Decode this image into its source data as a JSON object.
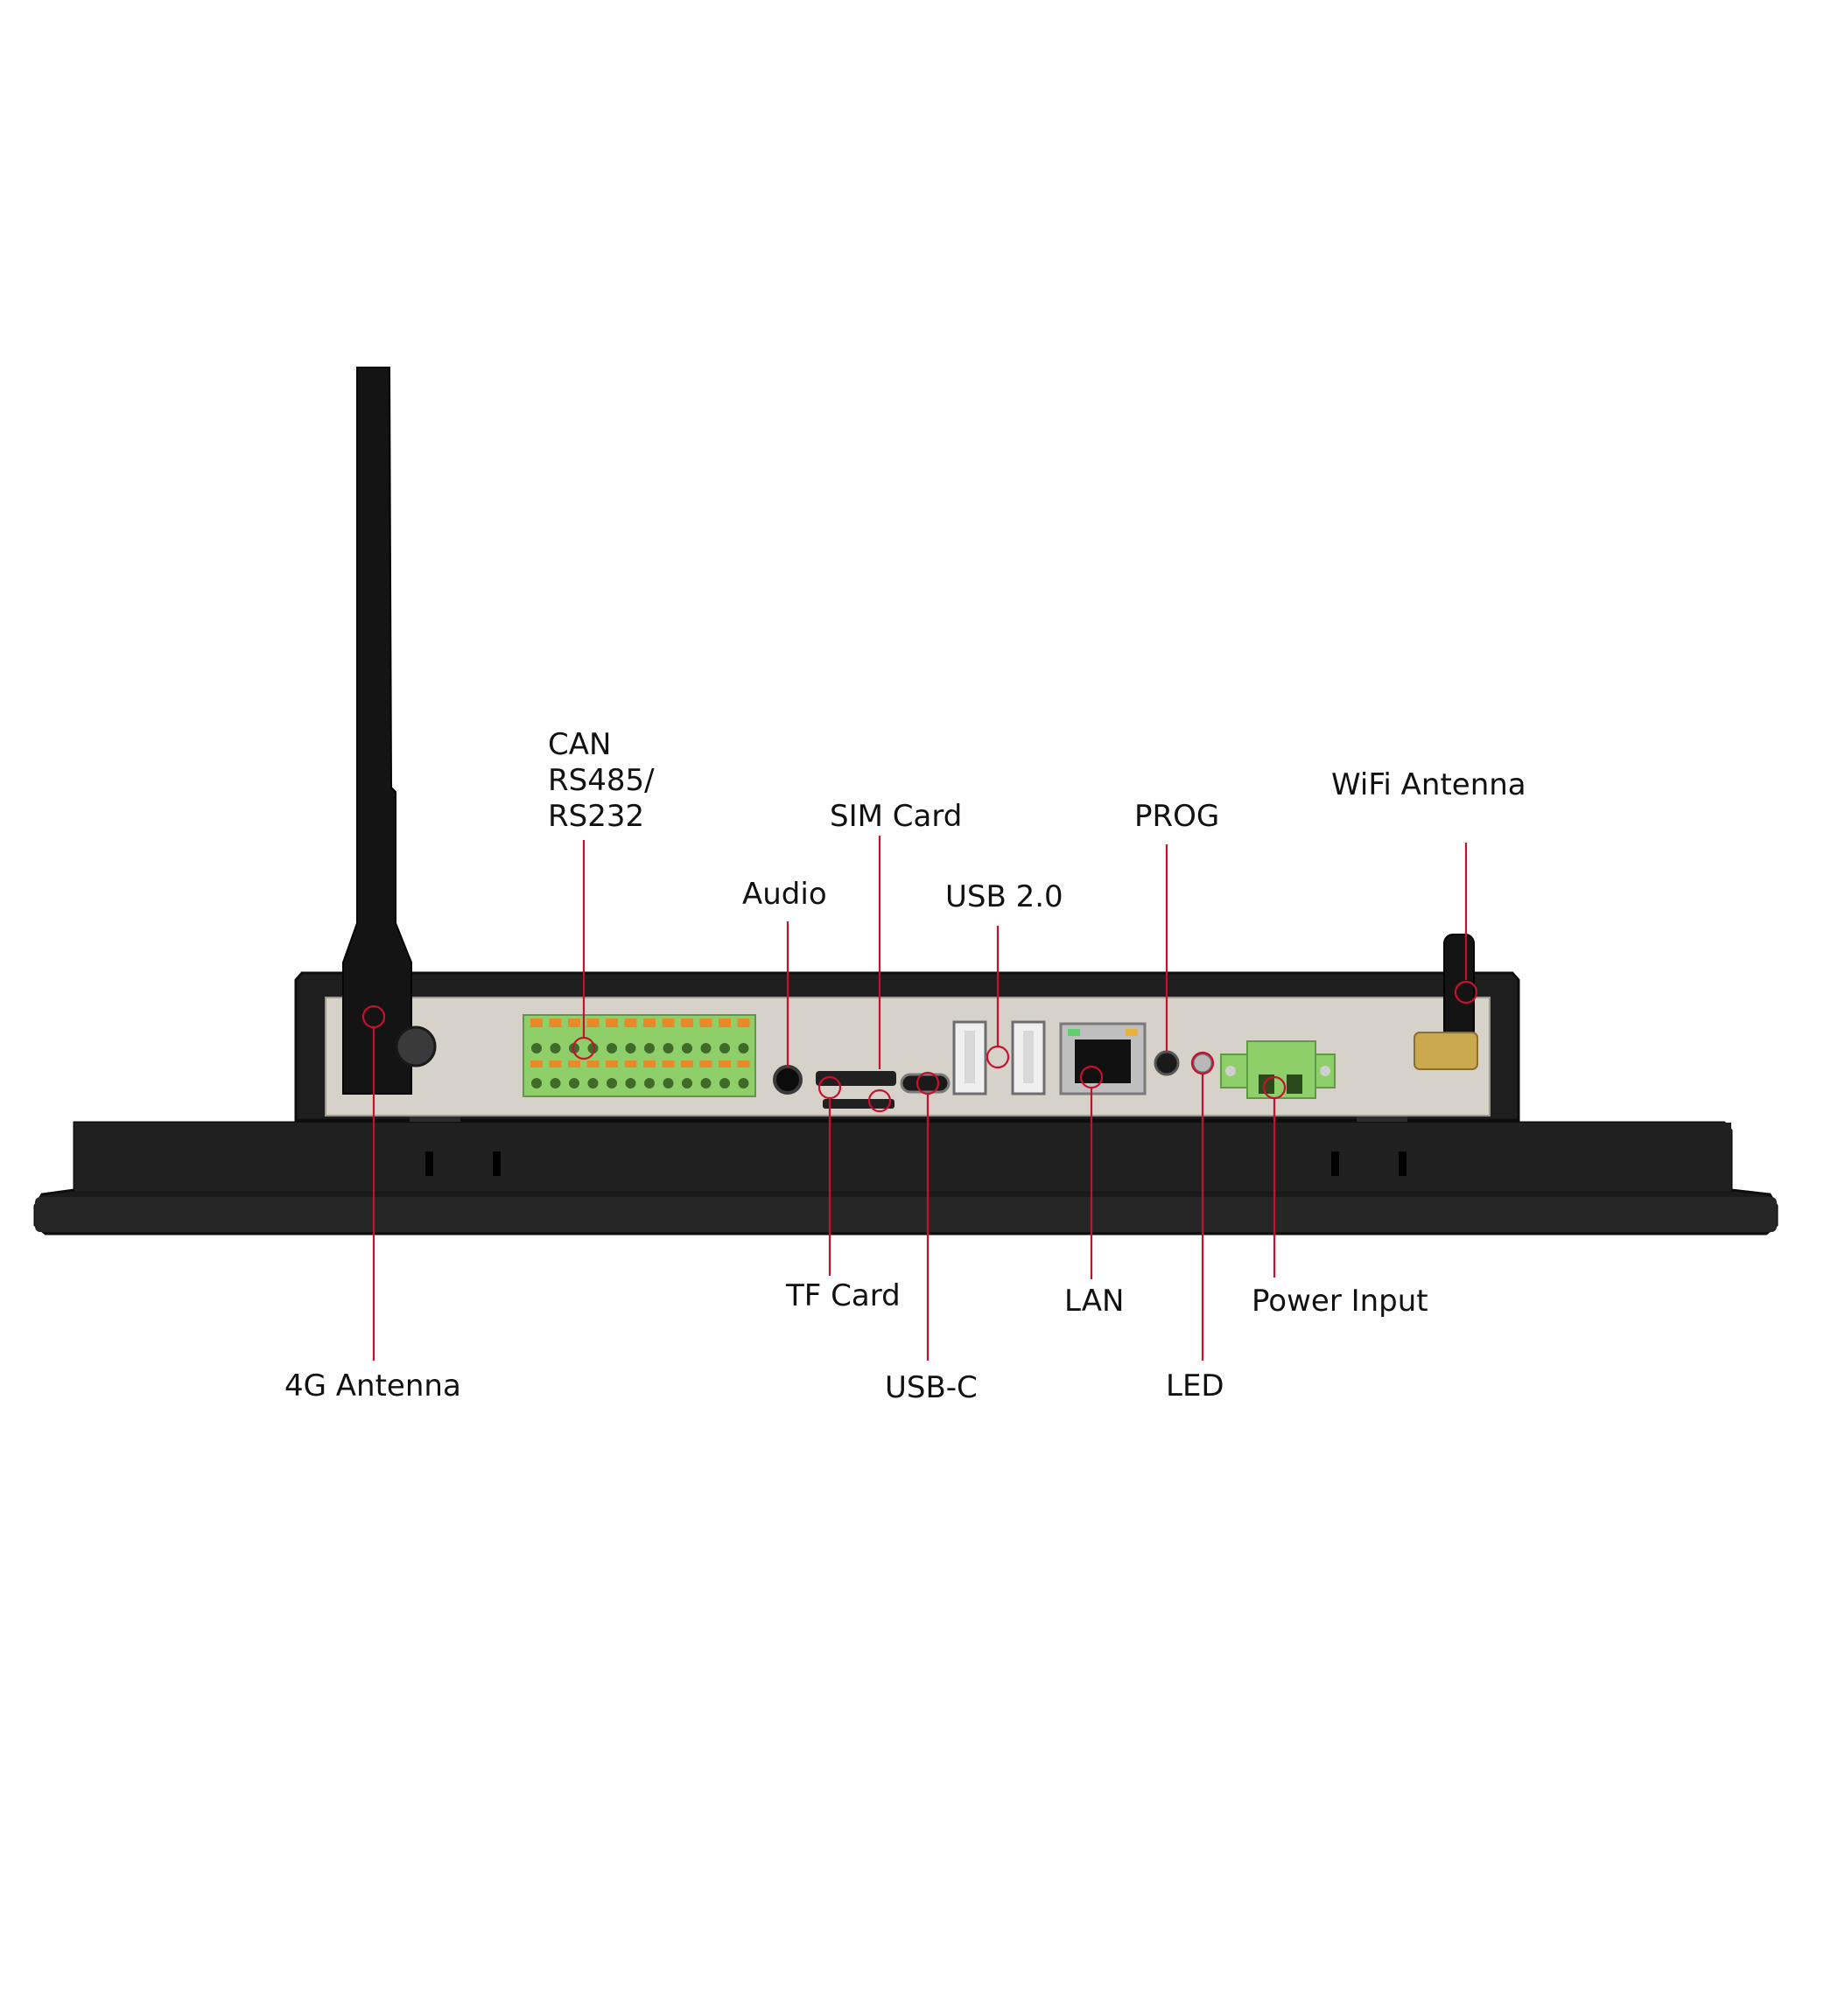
{
  "colors": {
    "background": "#ffffff",
    "device_body": "#1b1b1b",
    "device_edge": "#2b2b2b",
    "metal_panel": "#d6d2c9",
    "terminal_green": "#8fcf6a",
    "terminal_orange": "#e88a2a",
    "callout_red": "#c8102e",
    "label_text": "#111111",
    "brass": "#c9a84e"
  },
  "callouts": [
    {
      "id": "can-rs485-rs232",
      "lines": [
        "CAN",
        "RS485/",
        "RS232"
      ]
    },
    {
      "id": "sim-card",
      "lines": [
        "SIM Card"
      ]
    },
    {
      "id": "prog",
      "lines": [
        "PROG"
      ]
    },
    {
      "id": "wifi-antenna",
      "lines": [
        "WiFi Antenna"
      ]
    },
    {
      "id": "audio",
      "lines": [
        "Audio"
      ]
    },
    {
      "id": "usb-2-0",
      "lines": [
        "USB 2.0"
      ]
    },
    {
      "id": "tf-card",
      "lines": [
        "TF Card"
      ]
    },
    {
      "id": "lan",
      "lines": [
        "LAN"
      ]
    },
    {
      "id": "power-input",
      "lines": [
        "Power Input"
      ]
    },
    {
      "id": "4g-antenna",
      "lines": [
        "4G Antenna"
      ]
    },
    {
      "id": "usb-c",
      "lines": [
        "USB-C"
      ]
    },
    {
      "id": "led",
      "lines": [
        "LED"
      ]
    }
  ]
}
